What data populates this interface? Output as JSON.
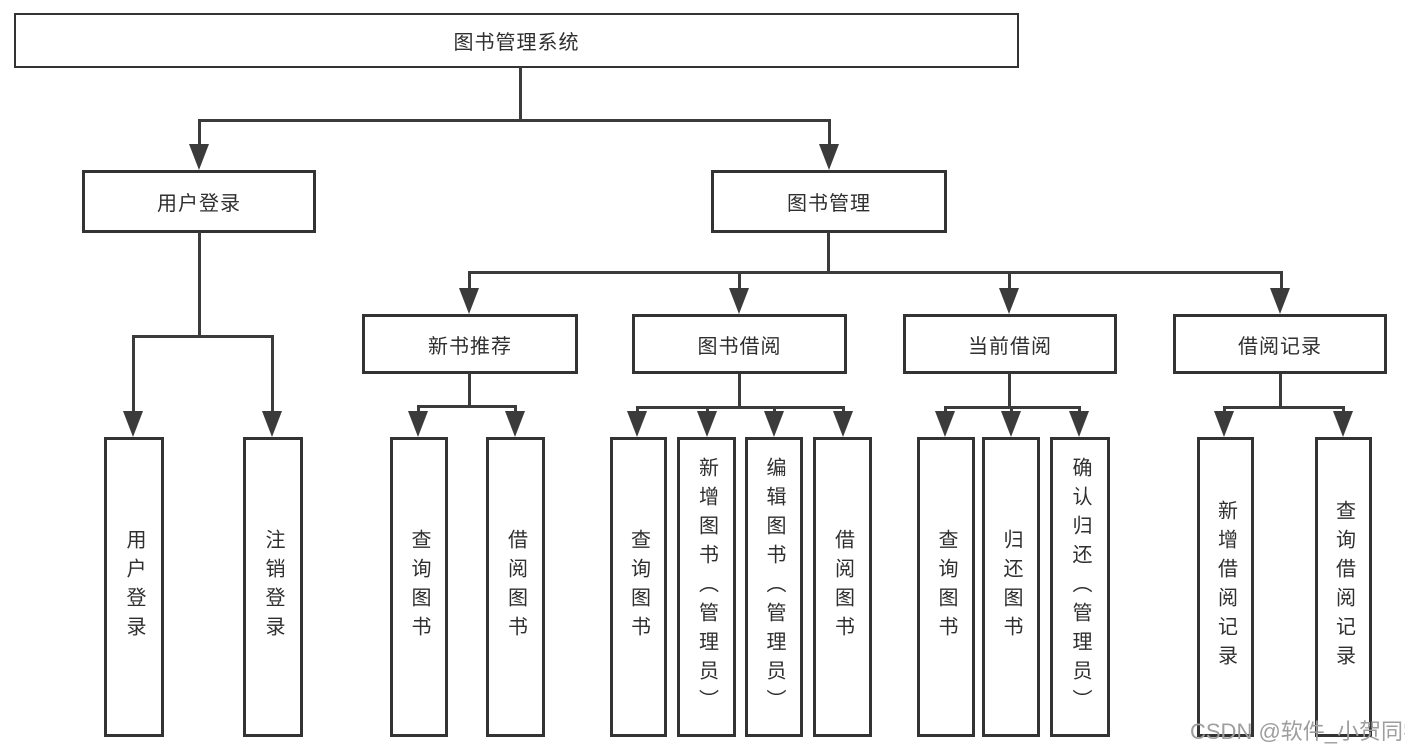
{
  "diagram": {
    "type": "tree",
    "root": {
      "label": "图书管理系统",
      "children": [
        {
          "label": "用户登录",
          "children": [
            {
              "label": "用户登录"
            },
            {
              "label": "注销登录"
            }
          ]
        },
        {
          "label": "图书管理",
          "children": [
            {
              "label": "新书推荐",
              "children": [
                {
                  "label": "查询图书"
                },
                {
                  "label": "借阅图书"
                }
              ]
            },
            {
              "label": "图书借阅",
              "children": [
                {
                  "label": "查询图书"
                },
                {
                  "label": "新增图书（管理员）"
                },
                {
                  "label": "编辑图书（管理员）"
                },
                {
                  "label": "借阅图书"
                }
              ]
            },
            {
              "label": "当前借阅",
              "children": [
                {
                  "label": "查询图书"
                },
                {
                  "label": "归还图书"
                },
                {
                  "label": "确认归还（管理员）"
                }
              ]
            },
            {
              "label": "借阅记录",
              "children": [
                {
                  "label": "新增借阅记录"
                },
                {
                  "label": "查询借阅记录"
                }
              ]
            }
          ]
        }
      ]
    }
  },
  "watermark": {
    "text": "CSDN @软件_小贺同学"
  },
  "colors": {
    "line": "#3b3b3b",
    "border": "#333333",
    "text": "#2f2f2f",
    "watermark": "#9e9e9e",
    "bg": "#ffffff"
  }
}
